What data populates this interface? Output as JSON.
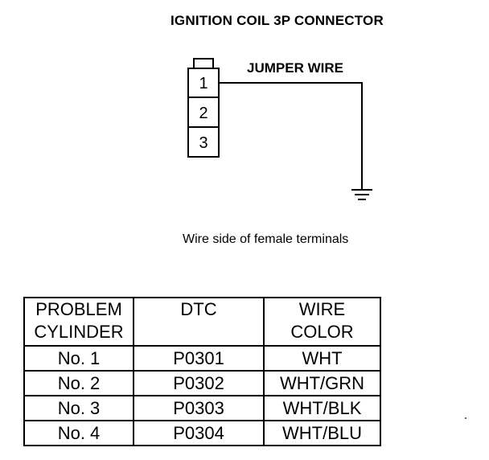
{
  "diagram": {
    "title": "IGNITION COIL 3P CONNECTOR",
    "jumper_label": "JUMPER WIRE",
    "pins": [
      "1",
      "2",
      "3"
    ],
    "caption": "Wire side of female terminals"
  },
  "table": {
    "headers": [
      [
        "PROBLEM",
        "CYLINDER"
      ],
      [
        "DTC",
        ""
      ],
      [
        "WIRE",
        "COLOR"
      ]
    ],
    "rows": [
      [
        "No. 1",
        "P0301",
        "WHT"
      ],
      [
        "No. 2",
        "P0302",
        "WHT/GRN"
      ],
      [
        "No. 3",
        "P0303",
        "WHT/BLK"
      ],
      [
        "No. 4",
        "P0304",
        "WHT/BLU"
      ]
    ]
  }
}
